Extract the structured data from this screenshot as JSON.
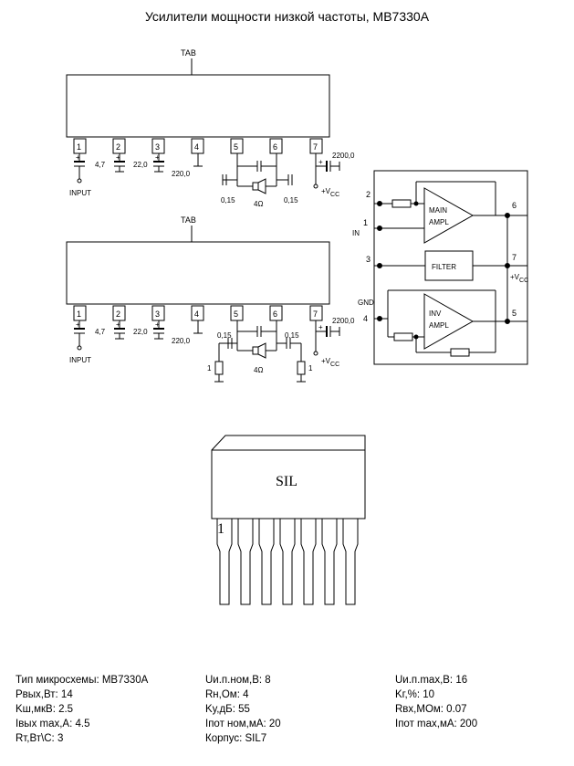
{
  "title": "Усилители мощности низкой частоты, MB7330A",
  "circuit_top": {
    "tab": "TAB",
    "pins": [
      "1",
      "2",
      "3",
      "4",
      "5",
      "6",
      "7"
    ],
    "c1": "4,7",
    "input": "INPUT",
    "c2": "22,0",
    "c3": "220,0",
    "c7": "2200,0",
    "cl": "0,15",
    "cr": "0,15",
    "load": "4Ω",
    "vcc": "+V",
    "vcc_sub": "CC"
  },
  "circuit_bottom": {
    "tab": "TAB",
    "pins": [
      "1",
      "2",
      "3",
      "4",
      "5",
      "6",
      "7"
    ],
    "c1": "4,7",
    "input": "INPUT",
    "c2": "22,0",
    "c3": "220,0",
    "c7": "2200,0",
    "cl": "0,15",
    "cr": "0,15",
    "load": "4Ω",
    "rl": "1",
    "rr": "1",
    "vcc": "+V",
    "vcc_sub": "CC"
  },
  "block": {
    "main1": "MAIN",
    "main2": "AMPL",
    "inv1": "INV",
    "inv2": "AMPL",
    "filter": "FILTER",
    "in": "IN",
    "gnd": "GND",
    "p1": "1",
    "p2": "2",
    "p3": "3",
    "p4": "4",
    "p5": "5",
    "p6": "6",
    "p7": "7",
    "vcc": "+V",
    "vcc_sub": "CC"
  },
  "package": {
    "name": "SIL",
    "pin1": "1"
  },
  "specs": {
    "col1": [
      "Тип микросхемы: MB7330A",
      "Pвых,Вт: 14",
      "Kш,мкВ: 2.5",
      "Iвых max,A: 4.5",
      "Rт,Вт\\С: 3"
    ],
    "col2": [
      "Uи.п.ном,В: 8",
      "Rн,Ом: 4",
      "Kу,дБ: 55",
      "Iпот ном,мА: 20",
      "Корпус: SIL7"
    ],
    "col3": [
      "Uи.п.max,В: 16",
      "Kг,%: 10",
      "Rвх,МОм: 0.07",
      "Iпот max,мА: 200"
    ]
  }
}
